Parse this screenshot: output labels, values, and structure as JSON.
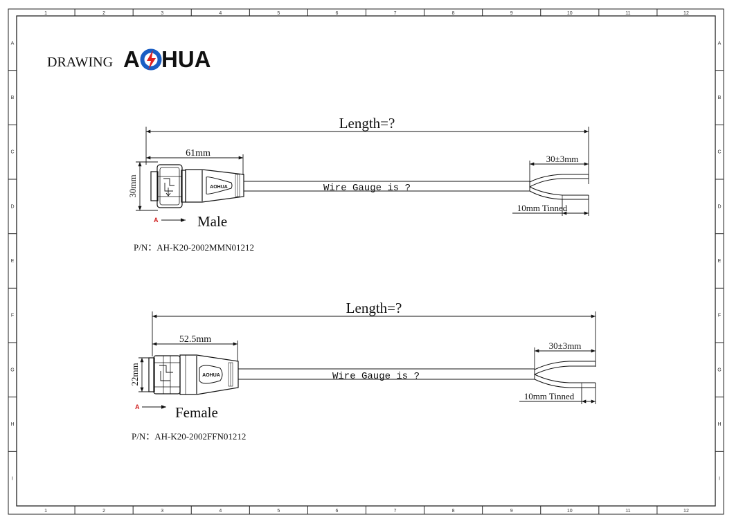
{
  "frame": {
    "columns": [
      "1",
      "2",
      "3",
      "4",
      "5",
      "6",
      "7",
      "8",
      "9",
      "10",
      "11",
      "12"
    ],
    "rows": [
      "A",
      "B",
      "C",
      "D",
      "E",
      "F",
      "G",
      "H",
      "I"
    ]
  },
  "header": {
    "drawing_label": "DRAWING",
    "logo_text": "AOHUA",
    "logo_color": "#1a5ec4",
    "logo_accent": "#e02020"
  },
  "male": {
    "length_label": "Length=?",
    "body_dim": "61mm",
    "height_dim": "30mm",
    "strip_dim": "30±3mm",
    "tin_dim": "10mm Tinned",
    "wire_label": "Wire Gauge is ?",
    "view_marker": "A",
    "title": "Male",
    "part_number": "P/N：AH-K20-2002MMN01212",
    "brand_mark": "AOHUA"
  },
  "female": {
    "length_label": "Length=?",
    "body_dim": "52.5mm",
    "height_dim": "22mm",
    "strip_dim": "30±3mm",
    "tin_dim": "10mm Tinned",
    "wire_label": "Wire Gauge is ?",
    "view_marker": "A",
    "title": "Female",
    "part_number": "P/N：AH-K20-2002FFN01212",
    "brand_mark": "AOHUA"
  }
}
